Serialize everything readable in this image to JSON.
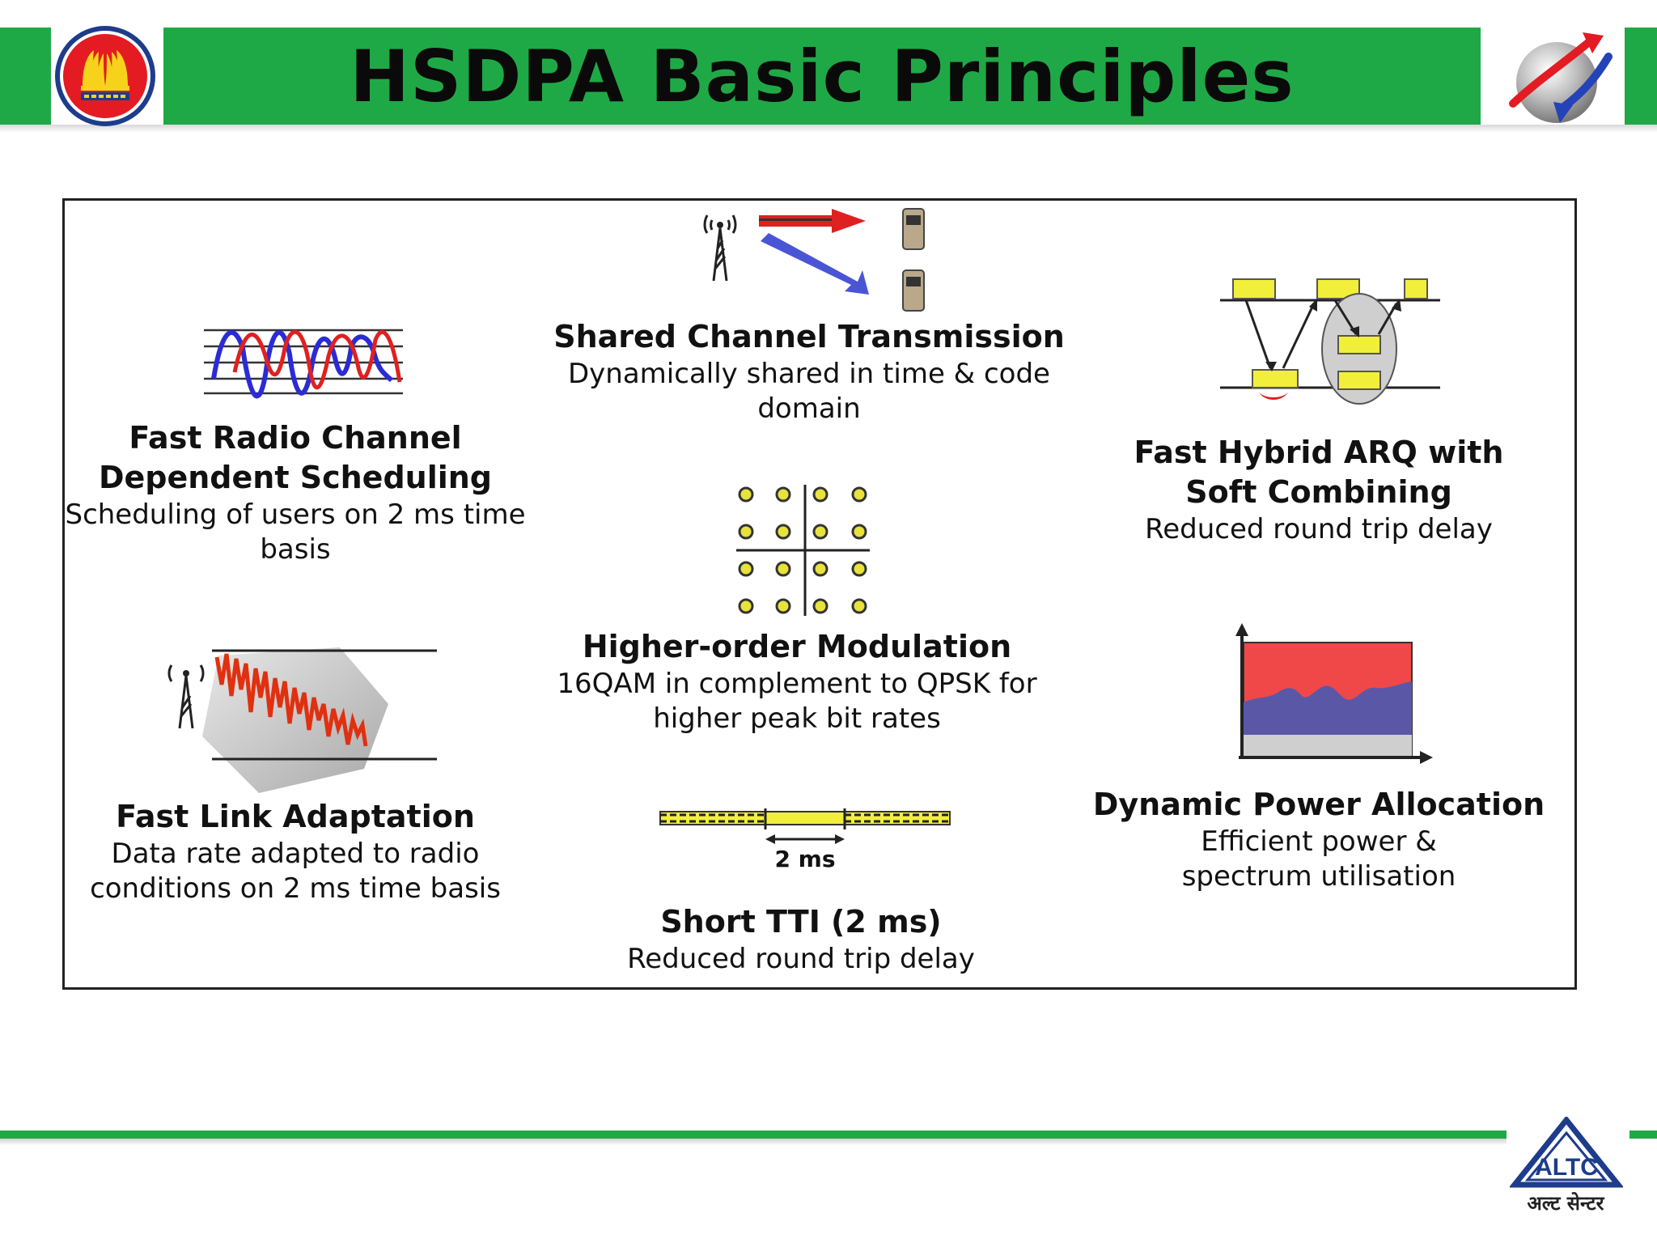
{
  "slide": {
    "title": "HSDPA Basic Principles"
  },
  "colors": {
    "brand_green": "#1fa946",
    "asean_red": "#e41b23",
    "altc_blue": "#1e3c8c",
    "diagram_yellow": "#f2ef3a",
    "diagram_red": "#f04848",
    "diagram_blue": "#5a58a6"
  },
  "icons": {
    "left_logo": "asean-emblem-icon",
    "right_logo": "globe-arrows-icon",
    "footer_logo": "altc-triangle-logo-icon"
  },
  "features": {
    "radio_scheduling": {
      "heading_line1": "Fast Radio Channel",
      "heading_line2": "Dependent Scheduling",
      "desc_line1": "Scheduling of users on 2 ms time",
      "desc_line2": "basis"
    },
    "shared_channel": {
      "heading": "Shared Channel Transmission",
      "desc_line1": "Dynamically shared in time & code",
      "desc_line2": "domain"
    },
    "hybrid_arq": {
      "heading_line1": "Fast Hybrid ARQ with",
      "heading_line2": "Soft Combining",
      "desc": "Reduced round trip delay"
    },
    "modulation": {
      "heading": "Higher-order Modulation",
      "desc_line1": "16QAM in complement to QPSK for",
      "desc_line2": "higher peak bit rates"
    },
    "link_adaptation": {
      "heading": "Fast Link Adaptation",
      "desc_line1": "Data rate adapted to radio",
      "desc_line2": "conditions on 2 ms time basis"
    },
    "power_allocation": {
      "heading": "Dynamic Power Allocation",
      "desc_line1": "Efficient power &",
      "desc_line2": "spectrum utilisation"
    },
    "short_tti": {
      "heading": "Short TTI (2 ms)",
      "desc": "Reduced round trip delay",
      "diagram_label": "2 ms"
    }
  },
  "footer": {
    "logo_text": "ALTC",
    "logo_caption": "अल्ट सेन्टर"
  }
}
